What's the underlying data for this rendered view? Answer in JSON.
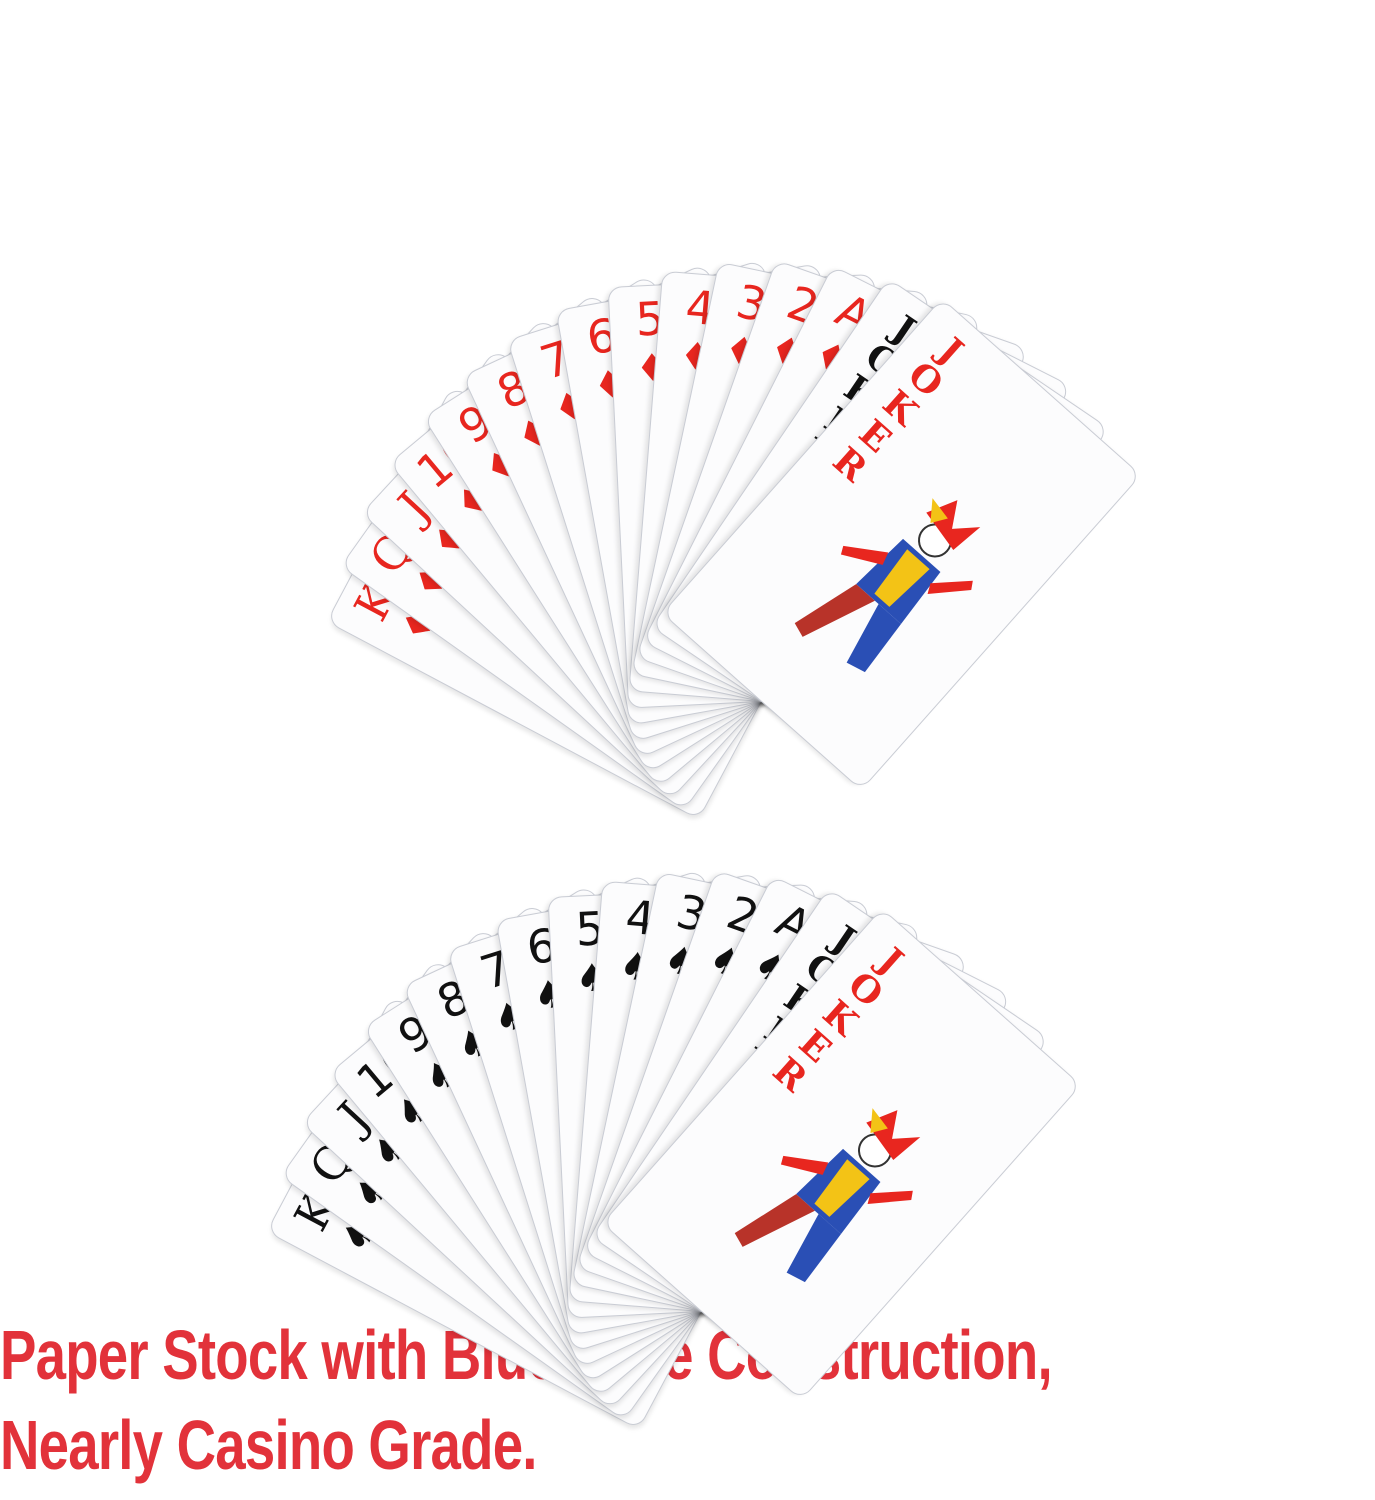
{
  "top_fan": {
    "suit_color": "red",
    "suit_symbol": "♦",
    "cards": [
      "K",
      "Q",
      "J",
      "10",
      "9",
      "8",
      "7",
      "6",
      "5",
      "4",
      "3",
      "2",
      "A",
      "JOKER",
      "JOKER"
    ]
  },
  "bottom_fan": {
    "suit_color": "black",
    "suit_symbol": "♠",
    "cards": [
      "K",
      "Q",
      "J",
      "10",
      "9",
      "8",
      "7",
      "6",
      "5",
      "4",
      "3",
      "2",
      "A",
      "JOKER",
      "JOKER"
    ]
  },
  "joker_colors": [
    "#111111",
    "#e8261f"
  ],
  "caption": {
    "line1": "Paper Stock with Blue Core Construction,",
    "line2": "Nearly Casino Grade."
  },
  "colors": {
    "caption": "#e2323a",
    "red_suit": "#e8261f",
    "black_suit": "#111111",
    "court_frame": "#2f56b8"
  }
}
